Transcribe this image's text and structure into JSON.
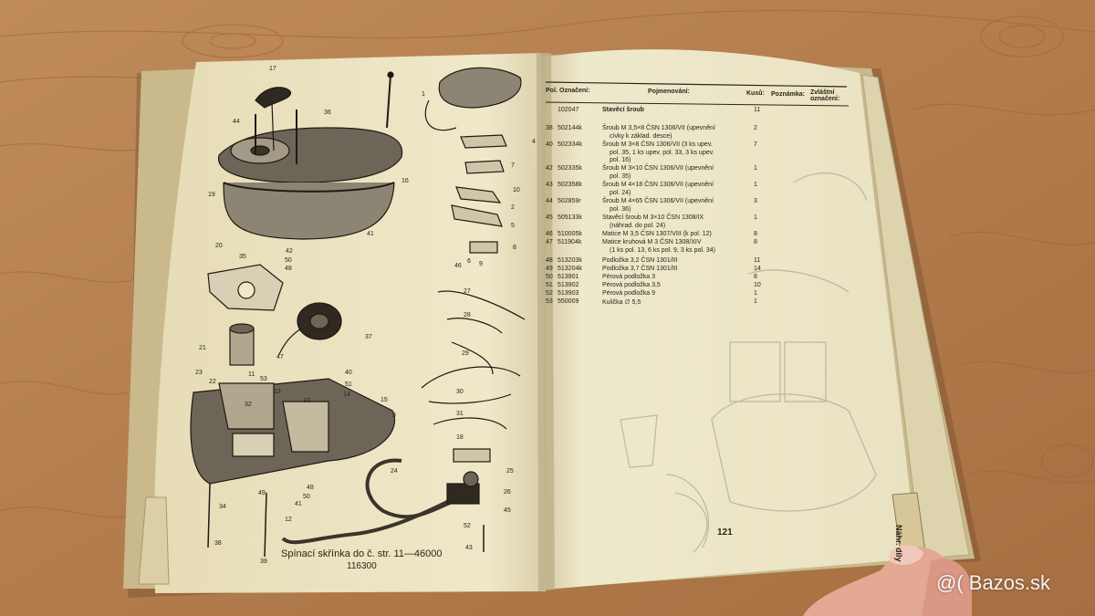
{
  "header": {
    "pos_label": "Pol.",
    "code_label": "Označení:",
    "name_label": "Pojmenování:",
    "qty_label": "Kusů:",
    "note_label": "Poznámka:",
    "special_label": "Zvláštní označení:"
  },
  "rows": [
    {
      "pos": "",
      "code": "102047",
      "name": "Stavěcí šroub",
      "qty": "11"
    },
    {
      "pos": "38",
      "code": "502144k",
      "name": "Šroub M 3,5×8 ČSN 1306/VII (upevnění",
      "qty": "2"
    },
    {
      "pos": "40",
      "code": "502334k",
      "name": "Šroub M 3×8 ČSN 1306/VII (3 ks upev.",
      "qty": "7"
    },
    {
      "pos": "42",
      "code": "502335k",
      "name": "Šroub M 3×10 ČSN 1306/VII (upevnění",
      "qty": "1"
    },
    {
      "pos": "43",
      "code": "502358k",
      "name": "Šroub M 4×18 ČSN 1306/VII (upevnění",
      "qty": "1"
    },
    {
      "pos": "44",
      "code": "502859r",
      "name": "Šroub M 4×65 ČSN 1306/VII (upevnění",
      "qty": "3"
    },
    {
      "pos": "45",
      "code": "505133k",
      "name": "Stavěcí šroub M 3×10 ČSN 1308/IX",
      "qty": "1"
    },
    {
      "pos": "46",
      "code": "510005k",
      "name": "Matice M 3,5 ČSN 1307/VIII (k pol. 12)",
      "qty": "8"
    },
    {
      "pos": "47",
      "code": "511904k",
      "name": "Matice kruhová M 3 ČSN 1308/XIV",
      "qty": "8"
    },
    {
      "pos": "48",
      "code": "513203k",
      "name": "Podložka 3,2 ČSN 1301/III",
      "qty": "11"
    },
    {
      "pos": "49",
      "code": "513204k",
      "name": "Podložka 3,7 ČSN 1301/III",
      "qty": "14"
    },
    {
      "pos": "50",
      "code": "513901",
      "name": "Pérová podložka 3",
      "qty": "8"
    },
    {
      "pos": "51",
      "code": "513902",
      "name": "Pérová podložka 3,5",
      "qty": "10"
    },
    {
      "pos": "52",
      "code": "513903",
      "name": "Pérová podložka 9",
      "qty": "1"
    },
    {
      "pos": "53",
      "code": "550009",
      "name": "Kulička ∅ 5,5",
      "qty": "1"
    }
  ],
  "continuations": [
    "cívky k základ. desce)",
    "pol. 35, 1 ks upev. pol. 33, 3 ks upev.",
    "pol. 16)",
    "pol. 35)",
    "pol. 24)",
    "pol. 36)",
    "(náhrad. do pol. 24)",
    "(1 ks pol. 13, 6 ks pol. 9, 3 ks pol. 34)"
  ],
  "caption": "Spínací skřínka do č. str. 11—46000",
  "caption_number": "116300",
  "page_number": "121",
  "tab_label": "Náhr. díly",
  "callouts": [
    "17",
    "44",
    "36",
    "1",
    "4",
    "7",
    "16",
    "10",
    "41",
    "35",
    "42",
    "50",
    "48",
    "20",
    "21",
    "37",
    "47",
    "23",
    "11",
    "53",
    "13",
    "40",
    "51",
    "14",
    "15",
    "3",
    "27",
    "28",
    "29",
    "30",
    "31",
    "18",
    "24",
    "34",
    "49",
    "12",
    "48",
    "50",
    "41",
    "25",
    "26",
    "45",
    "52",
    "43",
    "38",
    "39",
    "8",
    "5",
    "46",
    "9",
    "6",
    "22",
    "33",
    "2",
    "19",
    "32"
  ],
  "watermark": "Bazos.sk",
  "colors": {
    "table": "#b98455",
    "page": "#eee7c6",
    "ink": "#2a2418"
  }
}
